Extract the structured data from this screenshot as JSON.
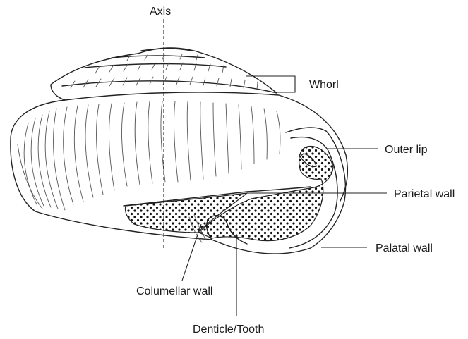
{
  "labels": {
    "axis": "Axis",
    "whorl": "Whorl",
    "outer_lip": "Outer lip",
    "parietal_wall": "Parietal wall",
    "palatal_wall": "Palatal wall",
    "columellar_wall": "Columellar wall",
    "denticle": "Denticle/Tooth"
  }
}
